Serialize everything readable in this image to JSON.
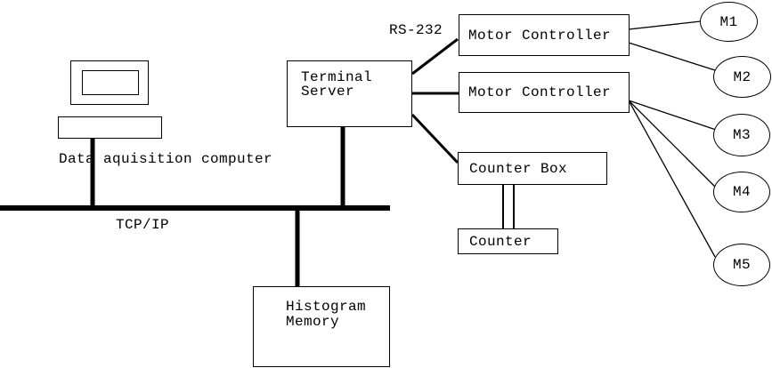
{
  "colors": {
    "line": "#000000",
    "background": "#ffffff",
    "text": "#000000"
  },
  "labels": {
    "computer_caption": "Data aquisition computer",
    "network": "TCP/IP",
    "serial_link": "RS-232"
  },
  "nodes": {
    "terminal_server": {
      "lines": [
        "Terminal",
        "Server"
      ]
    },
    "motor_controller_1": {
      "label": "Motor Controller"
    },
    "motor_controller_2": {
      "label": "Motor Controller"
    },
    "counter_box": {
      "label": "Counter Box"
    },
    "counter": {
      "label": "Counter"
    },
    "histogram_memory": {
      "lines": [
        "Histogram",
        "Memory"
      ]
    }
  },
  "motors": [
    "M1",
    "M2",
    "M3",
    "M4",
    "M5"
  ]
}
